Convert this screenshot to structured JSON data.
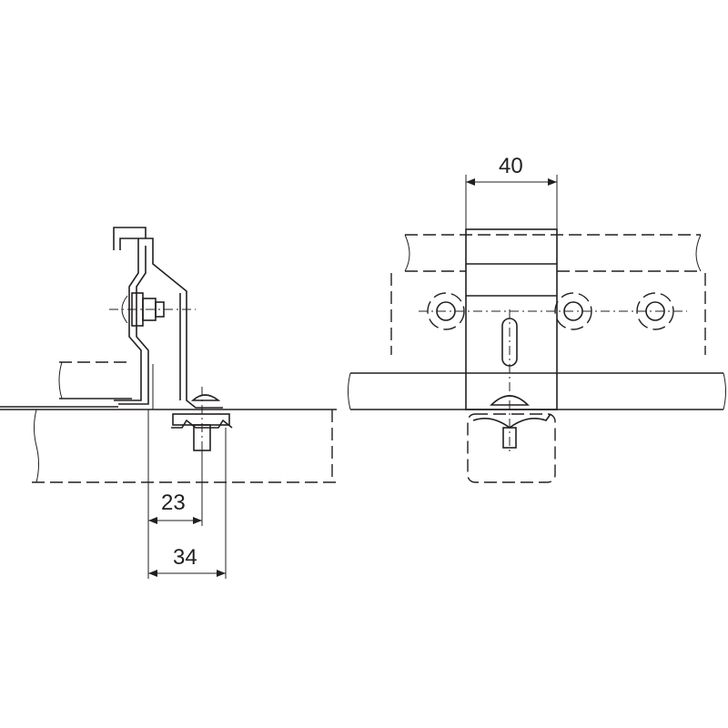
{
  "dimensions": {
    "width_label": "40",
    "offset_short_label": "23",
    "offset_long_label": "34"
  },
  "colors": {
    "line": "#231f20",
    "background": "#ffffff"
  }
}
